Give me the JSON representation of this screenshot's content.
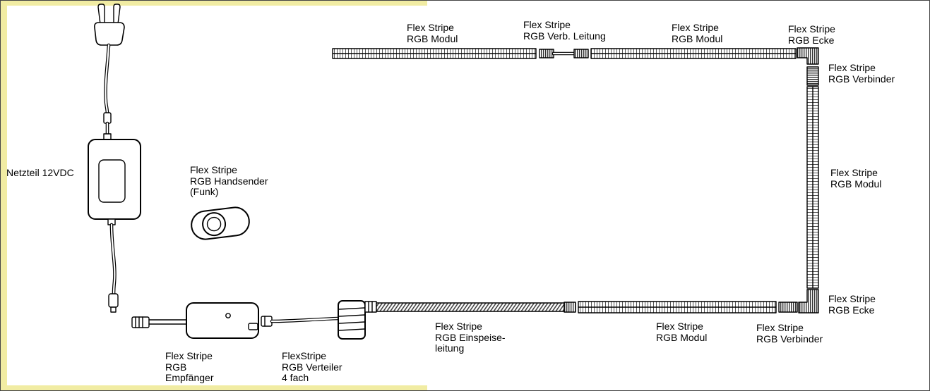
{
  "colors": {
    "highlight": "#f1eca3",
    "line": "#000000",
    "background": "#ffffff"
  },
  "labels": {
    "netzteil": "Netzteil 12VDC",
    "handsender": "Flex Stripe\nRGB Handsender\n(Funk)",
    "empfaenger": "Flex Stripe\nRGB\nEmpfänger",
    "verteiler": "FlexStripe\nRGB Verteiler\n4 fach",
    "einspeiseleitung": "Flex Stripe\nRGB Einspeise-\nleitung",
    "modul_top_left": "Flex Stripe\nRGB Modul",
    "verb_leitung": "Flex Stripe\nRGB Verb. Leitung",
    "modul_top_right": "Flex Stripe\nRGB Modul",
    "ecke_top": "Flex Stripe\nRGB Ecke",
    "verbinder_top": "Flex Stripe\nRGB Verbinder",
    "modul_right": "Flex Stripe\nRGB Modul",
    "ecke_bottom": "Flex Stripe\nRGB Ecke",
    "verbinder_bottom": "Flex Stripe\nRGB Verbinder",
    "modul_bottom": "Flex Stripe\nRGB Modul"
  }
}
